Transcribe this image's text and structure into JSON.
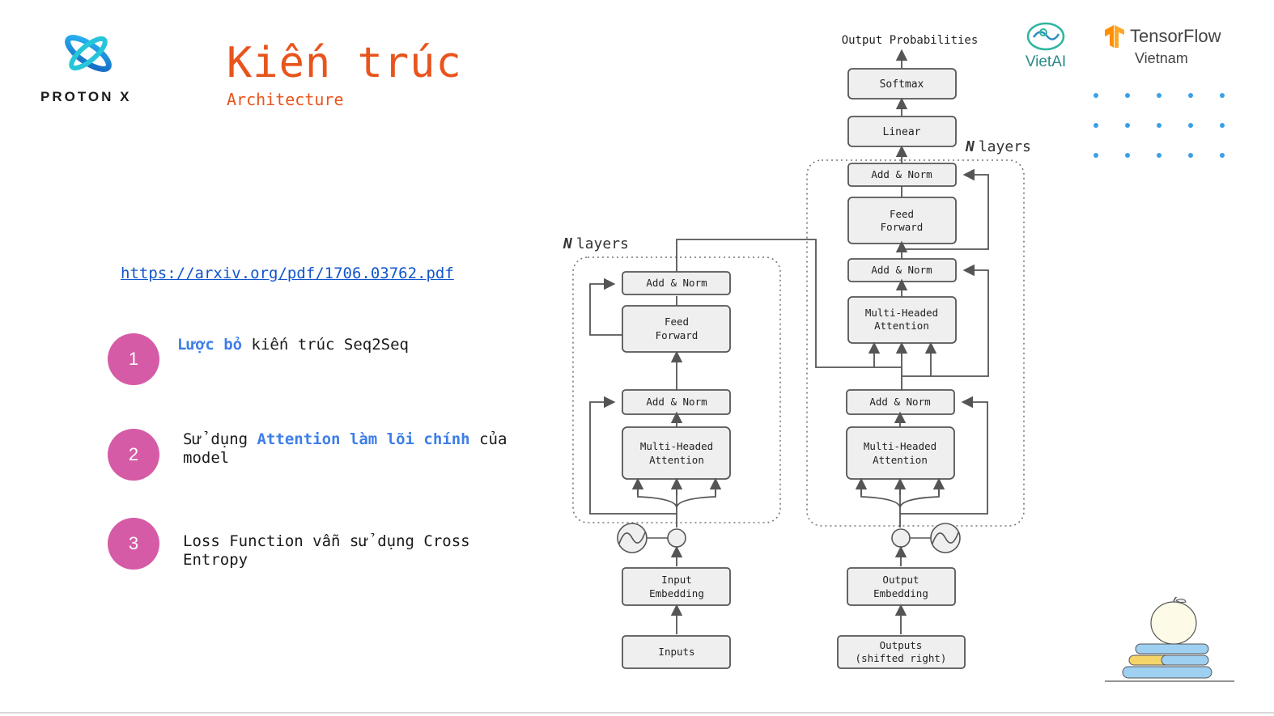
{
  "brand": {
    "name": "PROTON X"
  },
  "header": {
    "title": "Kiến trúc",
    "subtitle": "Architecture"
  },
  "link": "https://arxiv.org/pdf/1706.03762.pdf",
  "points": [
    {
      "num": "1",
      "highlight": "Lược bỏ",
      "rest": " kiến trúc Seq2Seq"
    },
    {
      "num": "2",
      "before": "Sử dụng ",
      "highlight": "Attention làm lõi chính",
      "after": " của model"
    },
    {
      "num": "3",
      "text": "Loss Function vẫn sử dụng Cross Entropy"
    }
  ],
  "partners": {
    "vietai": "VietAI",
    "tf": "TensorFlow",
    "tf_sub": "Vietnam"
  },
  "diagram": {
    "output_probabilities": "Output Probabilities",
    "softmax": "Softmax",
    "linear": "Linear",
    "n_layers": "N",
    "layers_word": "layers",
    "add_norm": "Add & Norm",
    "feed": "Feed",
    "forward": "Forward",
    "multi_headed": "Multi-Headed",
    "attention": "Attention",
    "input": "Input",
    "output": "Output",
    "embedding": "Embedding",
    "inputs": "Inputs",
    "outputs": "Outputs",
    "shifted_right": "(shifted right)"
  },
  "colors": {
    "accent": "#e8541c",
    "highlight": "#3d7ee8",
    "badge": "#d65ba6",
    "link": "#1155cc",
    "box_fill": "#efefef",
    "box_stroke": "#555555"
  }
}
